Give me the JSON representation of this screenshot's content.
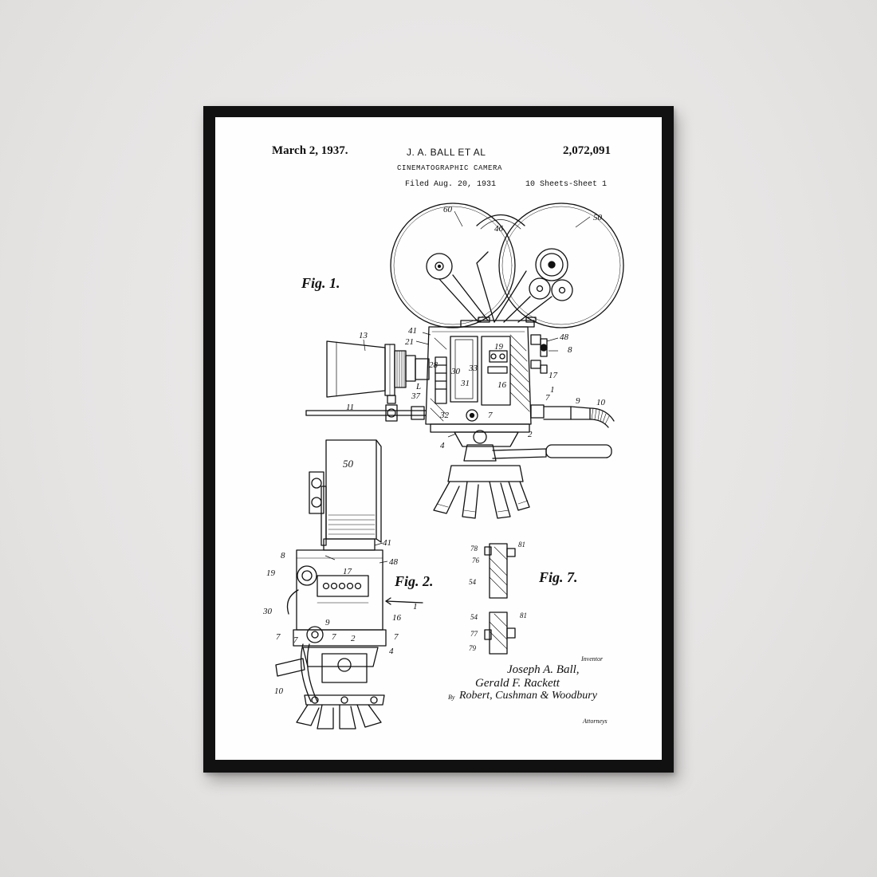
{
  "poster": {
    "date": "March 2, 1937.",
    "inventors_header": "J. A. BALL ET AL",
    "patent_number": "2,072,091",
    "title": "CINEMATOGRAPHIC CAMERA",
    "filed": "Filed Aug. 20, 1931",
    "sheets": "10 Sheets-Sheet 1",
    "figures": {
      "fig1": "Fig. 1.",
      "fig2": "Fig. 2.",
      "fig7": "Fig. 7."
    },
    "signature": {
      "inventor_label": "Inventor",
      "name1": "Joseph A. Ball,",
      "name2": "Gerald F. Rackett",
      "by": "By",
      "firm": "Robert, Cushman & Woodbury",
      "attorneys_label": "Attorneys"
    },
    "ref_numbers": {
      "n60": "60",
      "n46": "46",
      "n50": "50",
      "n13": "13",
      "n41": "41",
      "n21": "21",
      "n19": "19",
      "n48": "48",
      "n8": "8",
      "n28": "28",
      "n30": "30",
      "n33": "33",
      "n31": "31",
      "n16": "16",
      "n17": "17",
      "n1": "1",
      "n37": "37",
      "n11": "11",
      "n32": "32",
      "n7": "7",
      "n9": "9",
      "n10": "10",
      "n2": "2",
      "n4": "4",
      "nL": "L",
      "n78": "78",
      "n76": "76",
      "n81": "81",
      "n54": "54",
      "n77": "77",
      "n79": "79"
    }
  },
  "colors": {
    "wall": "#e9e7e6",
    "frame": "#111111",
    "paper": "#fefefe",
    "ink": "#111111"
  }
}
